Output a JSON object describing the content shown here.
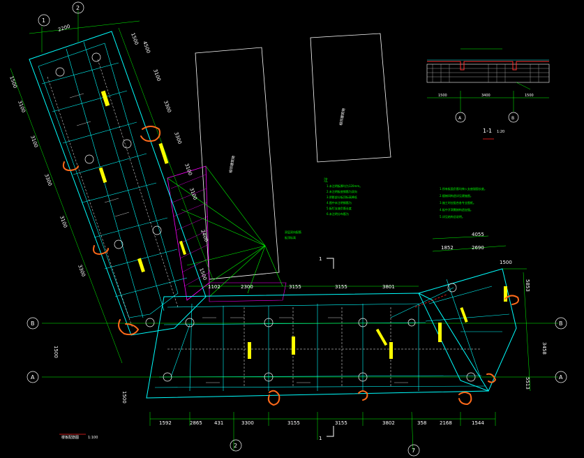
{
  "drawing": {
    "plan_title": "楼板配筋图",
    "plan_scale": "1:100",
    "section_title": "1-1",
    "section_scale": "1:20",
    "section_mark_top": "1",
    "section_mark_bottom": "1",
    "notes_heading": "注",
    "notes": [
      "1.未注明板厚均为120mm。",
      "2.未注明板底钢筋为双向",
      "3.阴影部分板顶标高降低",
      "4.图中未注明钢筋为",
      "5.板钉支座负筋长度",
      "6.未注明分布筋为"
    ],
    "notes_right": [
      "1.所有板面负筋均伸入支座锚固长度。",
      "2.楼梯间构造详见建施图。",
      "3.施工时应配合各专业图纸。",
      "4.板中开洞需按构造加强。",
      "5.详见结构总说明。"
    ],
    "hatch_label": "双层双向配筋",
    "hatch_sub": "板顶标高",
    "building_labels": [
      "相邻建筑物",
      "相邻建筑物"
    ],
    "grid_labels": {
      "top_1": "1",
      "top_2": "2",
      "bottom_2": "2",
      "bottom_7": "7",
      "left_B": "B",
      "left_A": "A",
      "right_B": "B",
      "right_A": "A",
      "section_A": "A",
      "section_B": "B"
    },
    "dims_bottom": [
      "1592",
      "2865",
      "431",
      "3300",
      "3155",
      "3155",
      "3802",
      "358",
      "2168",
      "1544"
    ],
    "dims_top": [
      "1102",
      "2300",
      "3155",
      "3155",
      "3801"
    ],
    "dims_wing_top": [
      "2200",
      "1500"
    ],
    "dims_wing_right": [
      "4055",
      "1852",
      "2690",
      "1500"
    ],
    "dims_left_wing": [
      "1500",
      "3100",
      "3100",
      "3300",
      "3100",
      "3300"
    ],
    "dims_right_side": [
      "4500",
      "3100",
      "3300",
      "3300",
      "3100",
      "3100",
      "2400",
      "1500"
    ],
    "dims_section": [
      "1500",
      "3400",
      "1500"
    ],
    "dims_vertical_side": [
      "5853",
      "5513",
      "3458",
      "1500",
      "1500"
    ]
  }
}
